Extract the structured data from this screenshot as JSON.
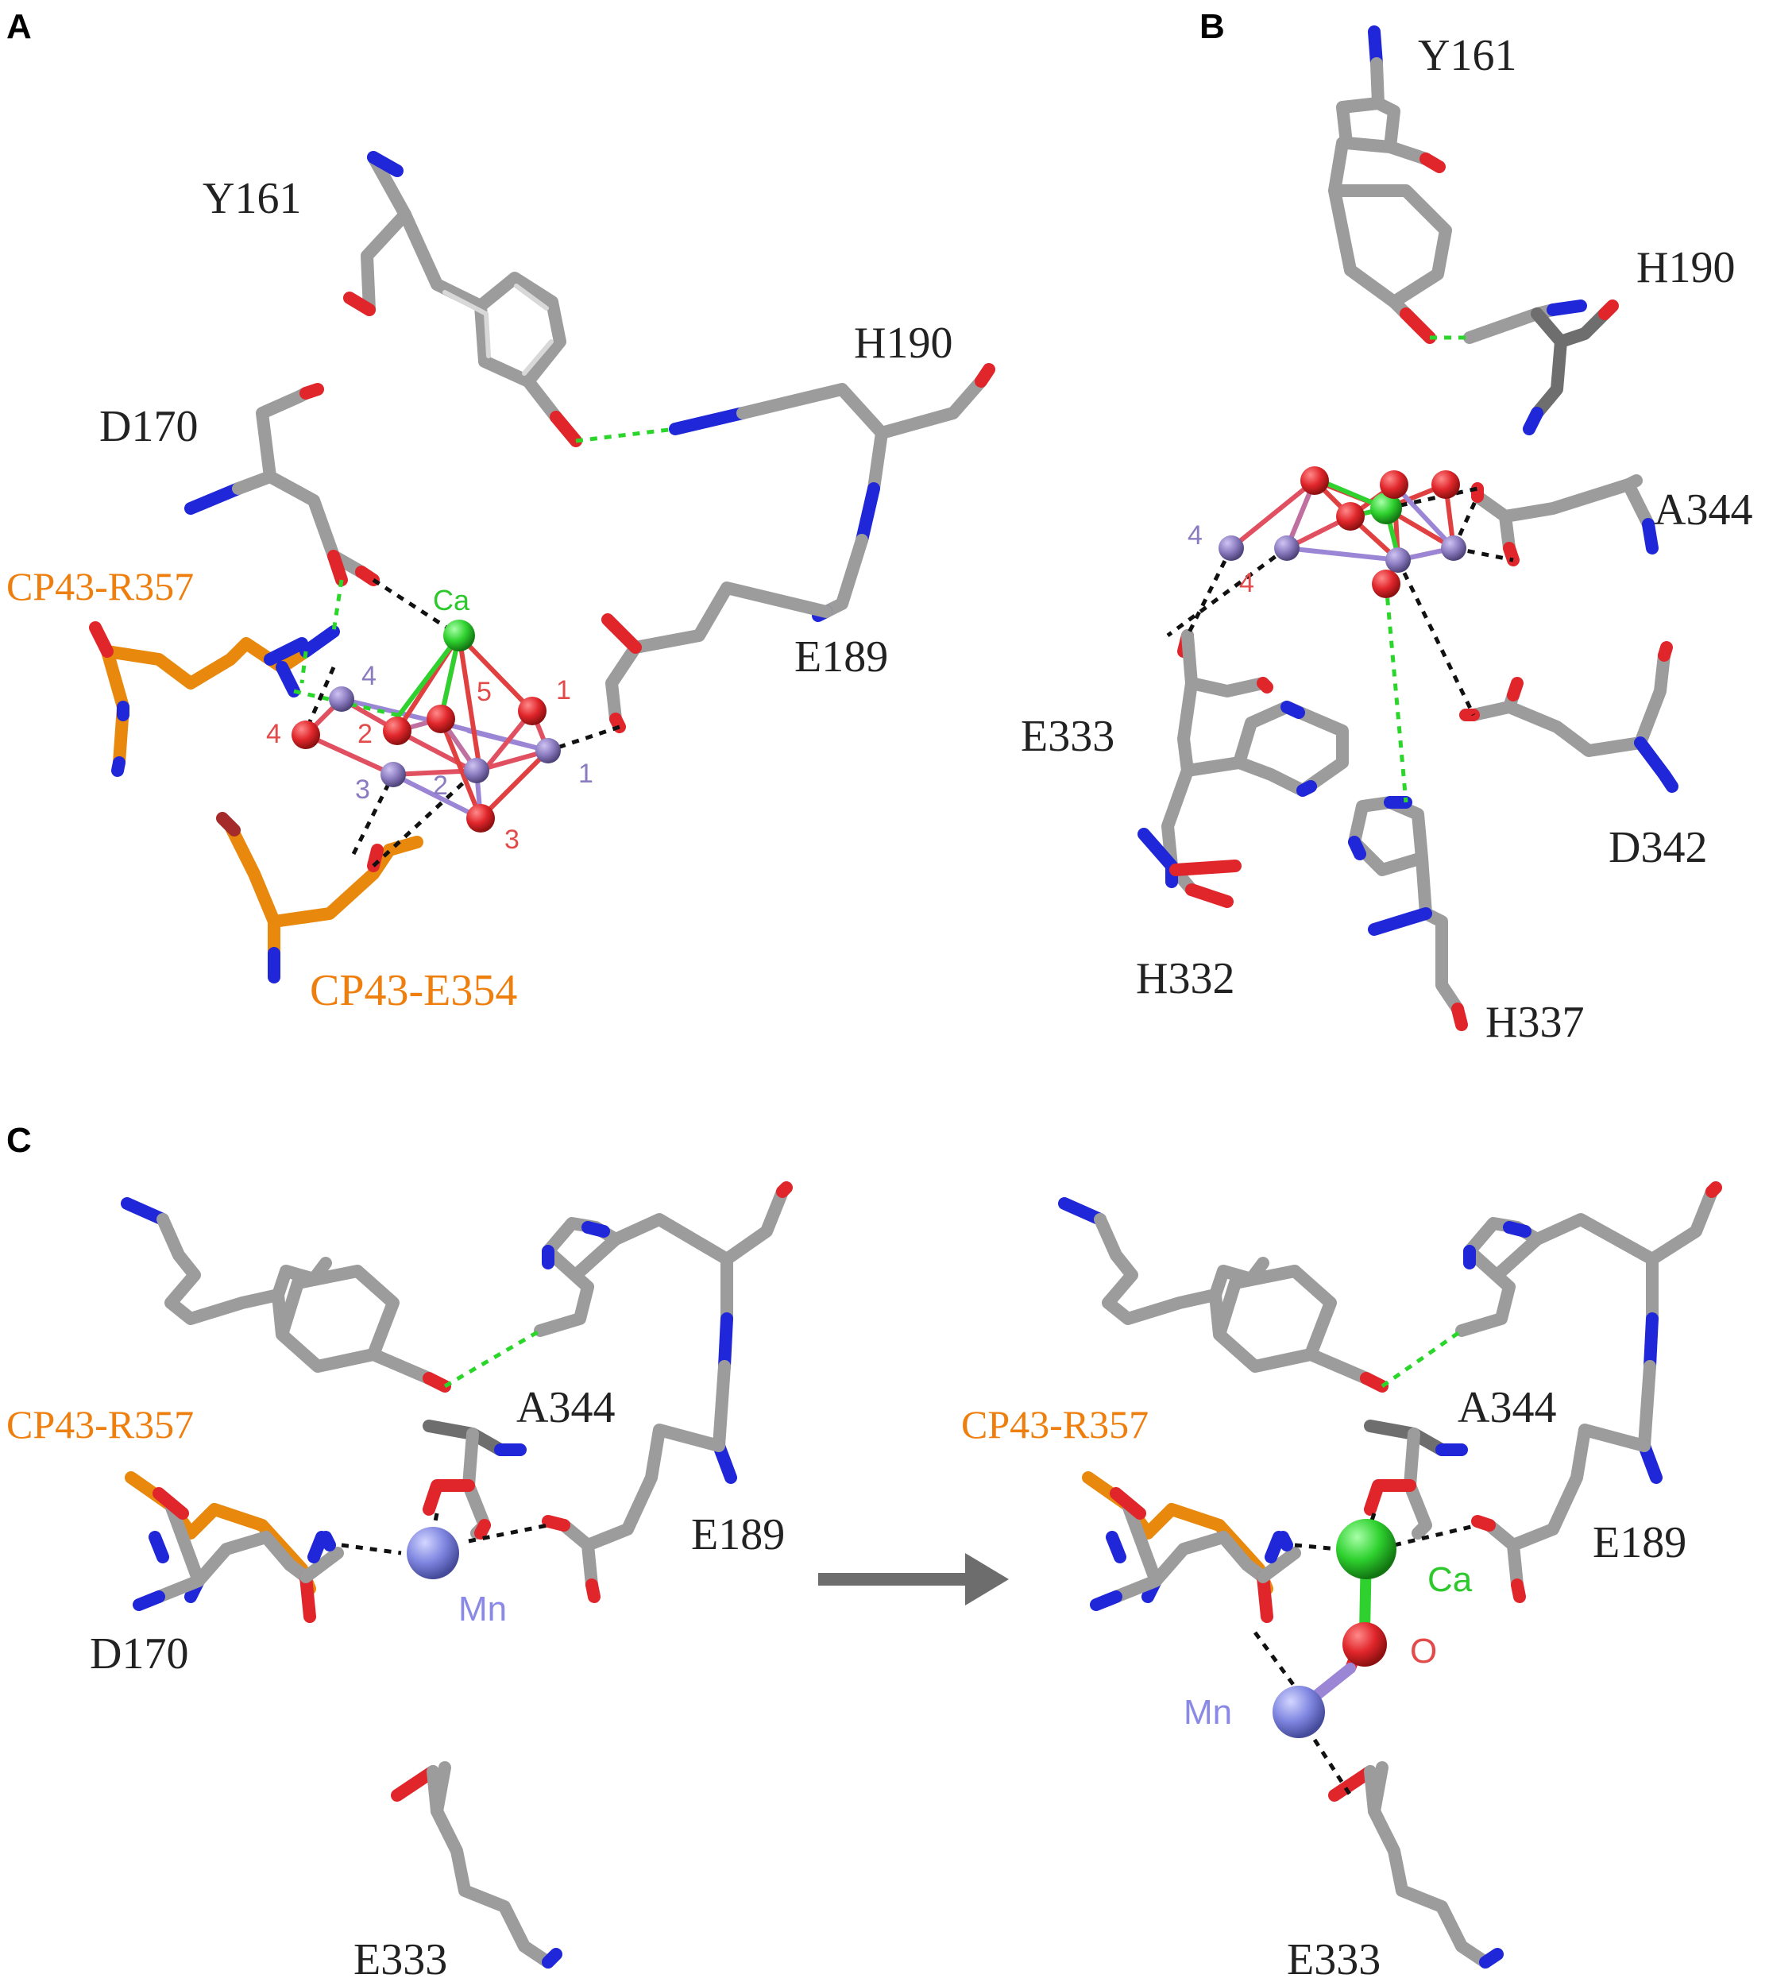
{
  "colors": {
    "carbon": "#9c9c9c",
    "carbon_dark": "#6e6e6e",
    "nitrogen": "#2027d8",
    "oxygen": "#e0262b",
    "cp43": "#e8880c",
    "mn": "#8b7bc0",
    "mn_large": "#7f86e0",
    "ca": "#2ed12e",
    "hbond_black": "#111111",
    "hbond_green": "#2bd62b",
    "cp43_text": "#ee7f0e",
    "mn_text": "#8a8ae6",
    "ca_text": "#2cc82c",
    "o_text": "#e34a4a",
    "arrow": "#6d6d6d"
  },
  "panels": {
    "A": {
      "letter": "A",
      "labels": {
        "y161": "Y161",
        "h190": "H190",
        "d170": "D170",
        "e189": "E189",
        "cp43_r357": "CP43-R357",
        "cp43_e354": "CP43-E354",
        "ca": "Ca"
      },
      "mn_numbers": [
        "4",
        "3",
        "2",
        "1"
      ],
      "o_numbers": [
        "4",
        "2",
        "5",
        "1",
        "3"
      ]
    },
    "B": {
      "letter": "B",
      "labels": {
        "y161": "Y161",
        "h190": "H190",
        "a344": "A344",
        "e333": "E333",
        "d342": "D342",
        "h332": "H332",
        "h337": "H337"
      },
      "mn_numbers": [
        "4"
      ],
      "o_numbers": [
        "4"
      ]
    },
    "C": {
      "letter": "C",
      "left": {
        "labels": {
          "a344": "A344",
          "cp43_r357": "CP43-R357",
          "e189": "E189",
          "d170": "D170",
          "mn": "Mn",
          "e333": "E333"
        }
      },
      "right": {
        "labels": {
          "a344": "A344",
          "cp43_r357": "CP43-R357",
          "e189": "E189",
          "ca": "Ca",
          "o": "O",
          "mn": "Mn",
          "e333": "E333"
        }
      }
    }
  }
}
